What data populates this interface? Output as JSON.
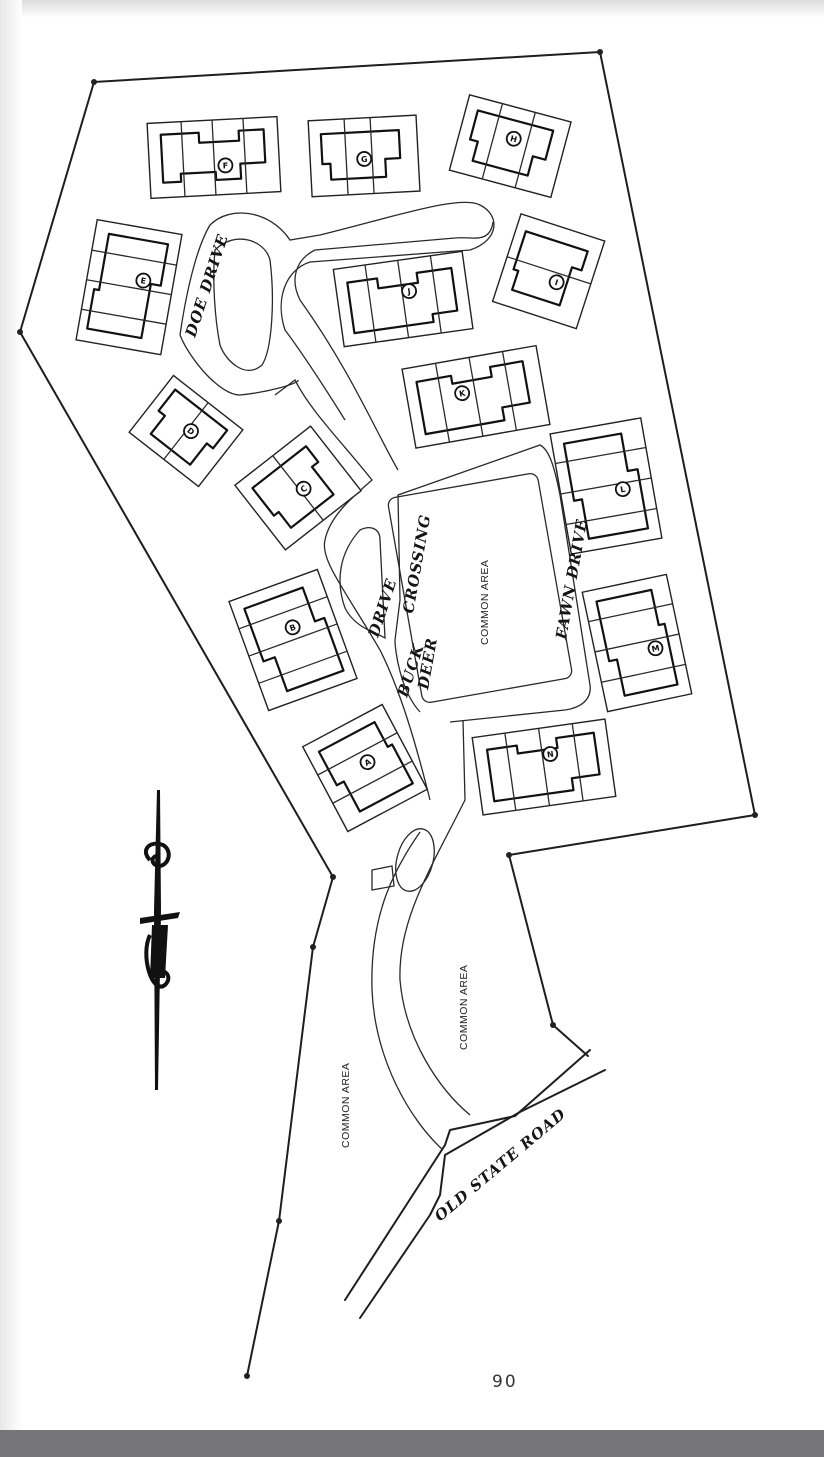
{
  "map": {
    "streets": {
      "doe_drive": "DOE DRIVE",
      "buck_drive_1": "BUCK",
      "buck_drive_2": "DRIVE",
      "deer_crossing_1": "DEER",
      "deer_crossing_2": "CROSSING",
      "fawn_drive": "FAWN DRIVE",
      "old_state_road": "OLD STATE ROAD"
    },
    "areas": {
      "common_area_center": "COMMON AREA",
      "common_area_lower": "COMMON AREA",
      "common_area_left": "COMMON AREA"
    },
    "lots": [
      "F",
      "G",
      "H",
      "E",
      "I",
      "J",
      "K",
      "D",
      "C",
      "L",
      "B",
      "M",
      "A",
      "N"
    ]
  },
  "page_number": "90"
}
